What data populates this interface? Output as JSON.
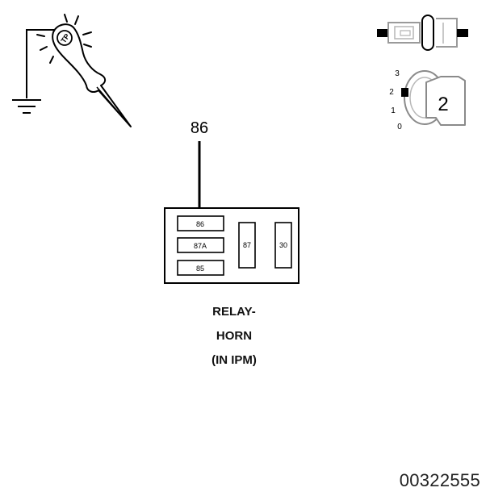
{
  "probe": {
    "label": "TP"
  },
  "ignition": {
    "positions": [
      "3",
      "2",
      "1",
      "0"
    ],
    "selected_position": "2"
  },
  "test_point": {
    "label": "86"
  },
  "relay": {
    "terminals": [
      "86",
      "87A",
      "85",
      "87",
      "30"
    ],
    "title_lines": [
      "RELAY-",
      "HORN",
      "(IN IPM)"
    ]
  },
  "figure_number": "00322555"
}
